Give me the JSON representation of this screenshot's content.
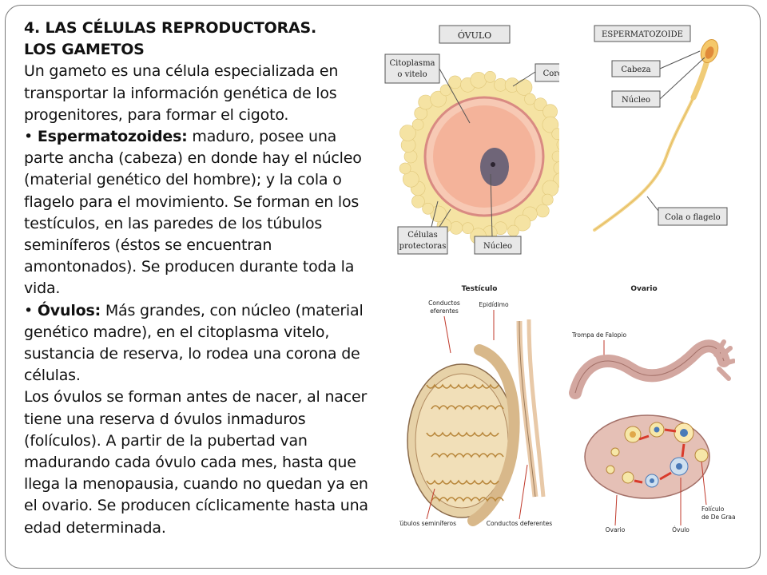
{
  "text": {
    "heading_line1": "4. LAS CÉLULAS REPRODUCTORAS.",
    "heading_line2": "LOS GAMETOS",
    "intro": "Un gameto es una célula especializada en transportar la información genética de los progenitores, para formar el cigoto.",
    "sperm_term": "Espermatozoides:",
    "sperm_desc": " maduro, posee una parte ancha (cabeza) en donde hay el núcleo (material genético del hombre);  y la cola o flagelo para el movimiento. Se forman en los testículos, en las  paredes de los túbulos seminíferos (éstos se encuentran amontonados). Se producen durante toda la vida.",
    "ovum_term": "Óvulos:",
    "ovum_desc": " Más grandes, con núcleo (material genético madre), en el citoplasma vitelo, sustancia de reserva, lo rodea una corona de células.",
    "closing": "Los óvulos se forman antes de nacer, al nacer tiene una reserva d óvulos inmaduros (folículos). A partir de la pubertad van madurando cada óvulo cada mes, hasta que llega la menopausia, cuando no quedan ya en el ovario. Se producen cíclicamente hasta una edad determinada."
  },
  "figures": {
    "ovulo": {
      "title": "ÓVULO",
      "citoplasma_line1": "Citoplasma",
      "citoplasma_line2": "o vitelo",
      "corona": "Corona",
      "celulas_line1": "Células",
      "celulas_line2": "protectoras",
      "nucleo": "Núcleo"
    },
    "espermatozoide": {
      "title": "ESPERMATOZOIDE",
      "cabeza": "Cabeza",
      "nucleo": "Núcleo",
      "cola": "Cola o flagelo"
    },
    "testiculo": {
      "title": "Testículo",
      "conductos_line1": "Conductos",
      "conductos_line2": "eferentes",
      "epididimo": "Epidídimo",
      "tubulos": "Túbulos seminíferos",
      "deferentes": "Conductos deferentes"
    },
    "ovario": {
      "title": "Ovario",
      "trompa": "Trompa de Falopio",
      "foliculo_line1": "Folículo",
      "foliculo_line2": "de De Graaf",
      "ovario_label": "Ovario",
      "ovulo_label": "Óvulo"
    }
  },
  "colors": {
    "corona": "#f5e3a3",
    "cytoplasm": "#f4b39a",
    "nucleus": "#7a6f7e",
    "sperm": "#f2d48a",
    "tissue": "#d9b0a8",
    "label_box": "#e8e8e8"
  }
}
